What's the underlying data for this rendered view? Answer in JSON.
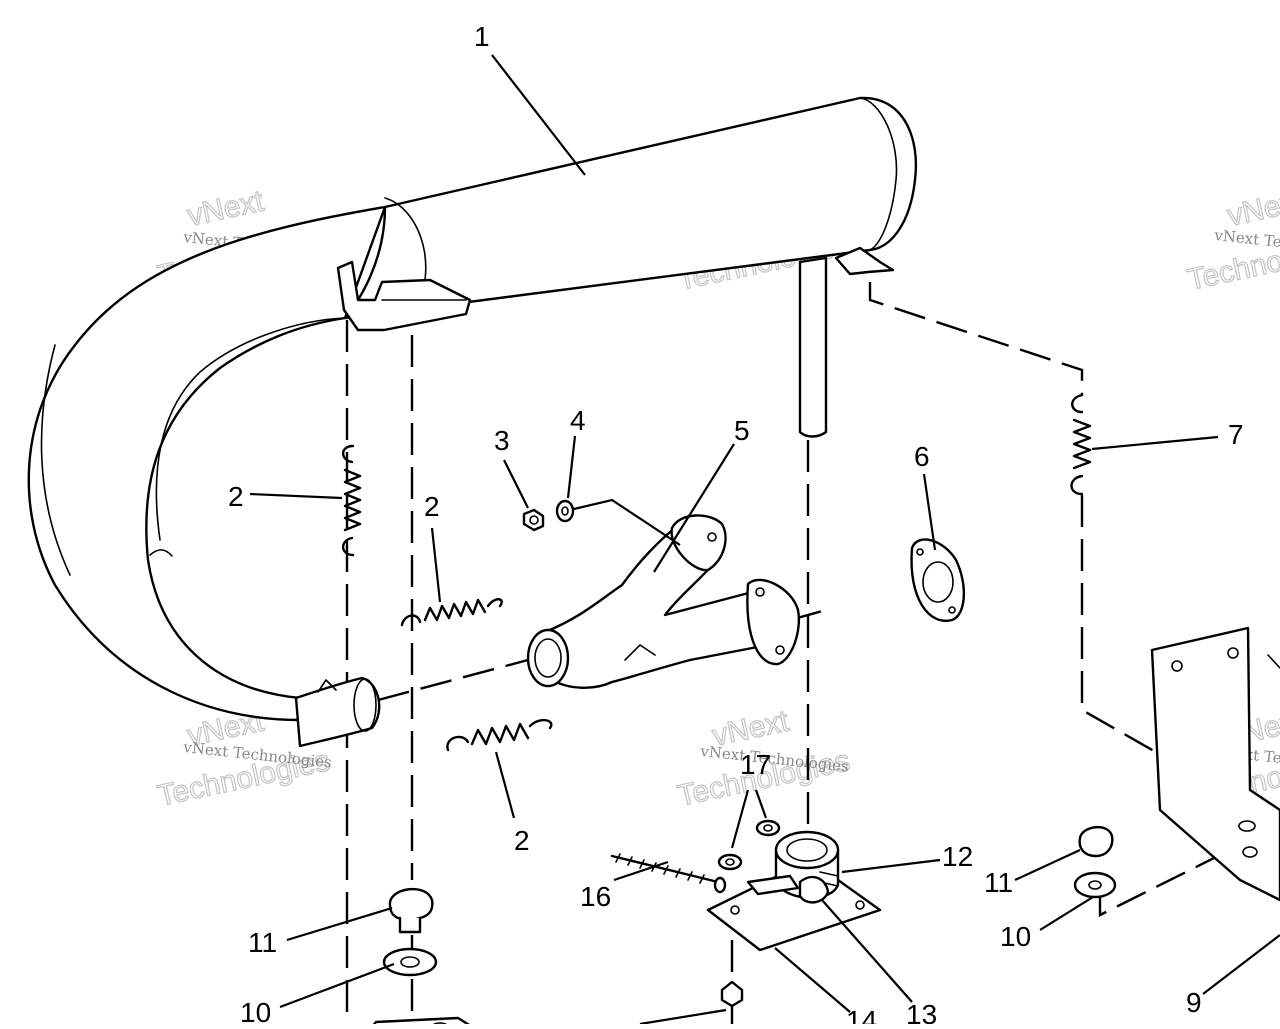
{
  "callouts": {
    "c1": "1",
    "c2a": "2",
    "c2b": "2",
    "c2c": "2",
    "c3": "3",
    "c4": "4",
    "c5": "5",
    "c6": "6",
    "c7": "7",
    "c9": "9",
    "c10a": "10",
    "c10b": "10",
    "c11a": "11",
    "c11b": "11",
    "c12": "12",
    "c13": "13",
    "c14": "14",
    "c16": "16",
    "c17": "17"
  },
  "watermark": {
    "brand": "vNext",
    "company": "vNext Technologies",
    "word": "Technologies"
  }
}
